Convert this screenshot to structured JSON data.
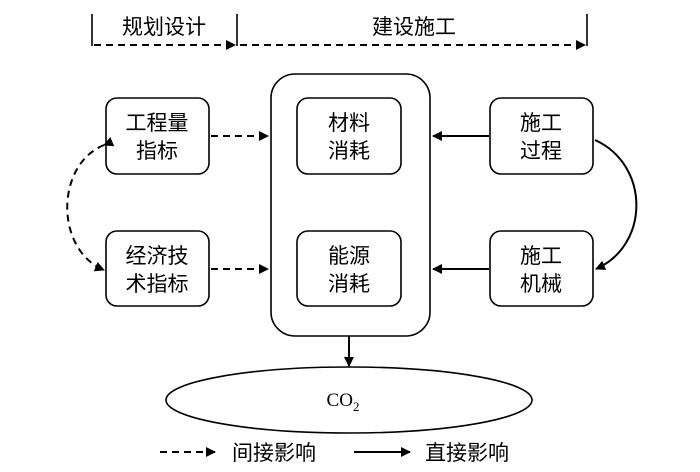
{
  "phases": {
    "planning": "规划设计",
    "construction": "建设施工"
  },
  "left_nodes": {
    "engineering_indicators": [
      "工程量",
      "指标"
    ],
    "economic_indicators": [
      "经济技",
      "术指标"
    ]
  },
  "center_nodes": {
    "material_consumption": [
      "材料",
      "消耗"
    ],
    "energy_consumption": [
      "能源",
      "消耗"
    ]
  },
  "right_nodes": {
    "construction_process": [
      "施工",
      "过程"
    ],
    "construction_machinery": [
      "施工",
      "机械"
    ]
  },
  "output": {
    "base": "CO",
    "subscript": "2"
  },
  "legend": {
    "indirect": "间接影响",
    "direct": "直接影响"
  }
}
